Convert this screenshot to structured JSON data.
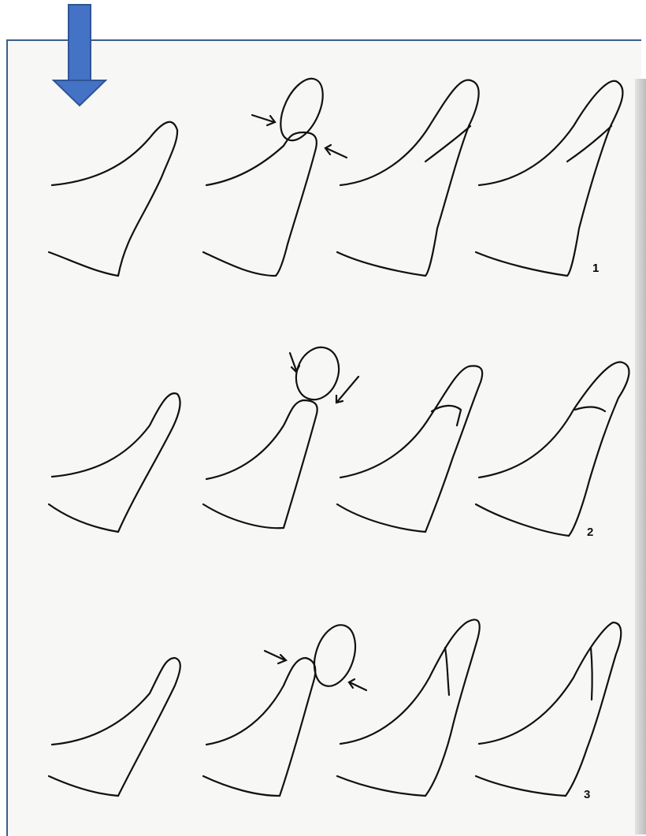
{
  "figure": {
    "row_labels": [
      "1",
      "2",
      "3"
    ],
    "arrow_color": "#4472c4",
    "marker": "down-arrow-icon"
  }
}
